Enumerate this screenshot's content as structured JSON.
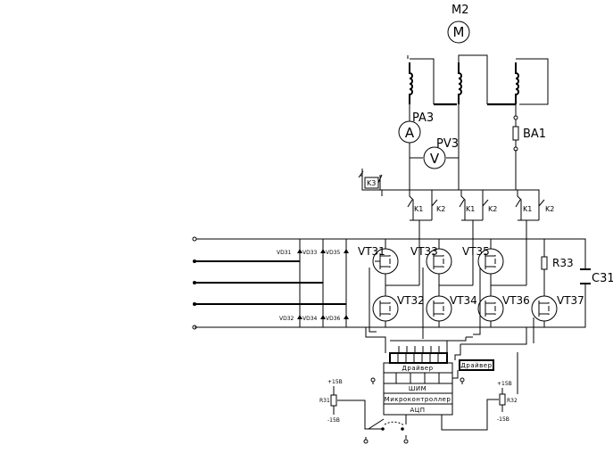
{
  "motor": {
    "label": "M2",
    "symbol": "M"
  },
  "ammeter": {
    "label": "PA3",
    "symbol": "A"
  },
  "voltmeter": {
    "label": "PV3",
    "symbol": "V"
  },
  "sensor": {
    "label": "BA1"
  },
  "k3": {
    "label": "K3"
  },
  "contactors": {
    "k1": "K1",
    "k2": "K2"
  },
  "transistors": {
    "vt31": "VT31",
    "vt33": "VT33",
    "vt35": "VT35",
    "vt32": "VT32",
    "vt34": "VT34",
    "vt36": "VT36",
    "vt37": "VT37"
  },
  "diodes": {
    "vd31": "VD31",
    "vd33": "VD33",
    "vd35": "VD35",
    "vd32": "VD32",
    "vd34": "VD34",
    "vd36": "VD36"
  },
  "resistor_r33": "R33",
  "capacitor_c31": "C31",
  "blocks": {
    "driver_main": "Драйвер",
    "driver_aux": "Драйвер",
    "pwm": "ШИМ",
    "mcu": "Микроконтроллер",
    "adc": "АЦП"
  },
  "pot_r31": {
    "label": "R31",
    "plus": "+15В",
    "minus": "-15В"
  },
  "pot_r32": {
    "label": "R32",
    "plus": "+15В",
    "minus": "-15В"
  }
}
